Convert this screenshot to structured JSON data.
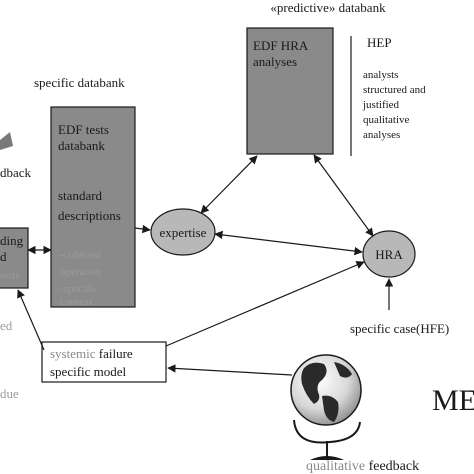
{
  "predictive_databank": {
    "title": "«predictive» databank",
    "box_lines": [
      "EDF HRA",
      "analyses"
    ]
  },
  "hep": {
    "title": "HEP",
    "lines": [
      "analysts",
      "structured and",
      "justified",
      "qualitative",
      "analyses"
    ]
  },
  "specific_databank": {
    "title": "specific databank",
    "box_title": [
      "EDF tests",
      "databank"
    ],
    "box_sub": [
      "standard",
      "descriptions"
    ],
    "box_faded": [
      "-cohérent",
      "operation",
      "-specific",
      "context"
    ]
  },
  "left_cut": {
    "feedback": "dback",
    "box_lines": [
      "ding",
      "d",
      "tests"
    ],
    "ed": "ed",
    "due": "due"
  },
  "expertise": "expertise",
  "hra": "HRA",
  "specific_case": "specific case(HFE)",
  "systemic_model": {
    "line1_a": "systemic",
    "line1_b": "failure",
    "line2": "specific model"
  },
  "qualitative_feedback": {
    "a": "qualitative",
    "b": "feedback"
  },
  "me": "ME",
  "colors": {
    "box_fill": "#8a8a8a",
    "ellipse_fill": "#b8b8b8",
    "line": "#1a1a1a",
    "faded_text": "#9a9a9a"
  }
}
